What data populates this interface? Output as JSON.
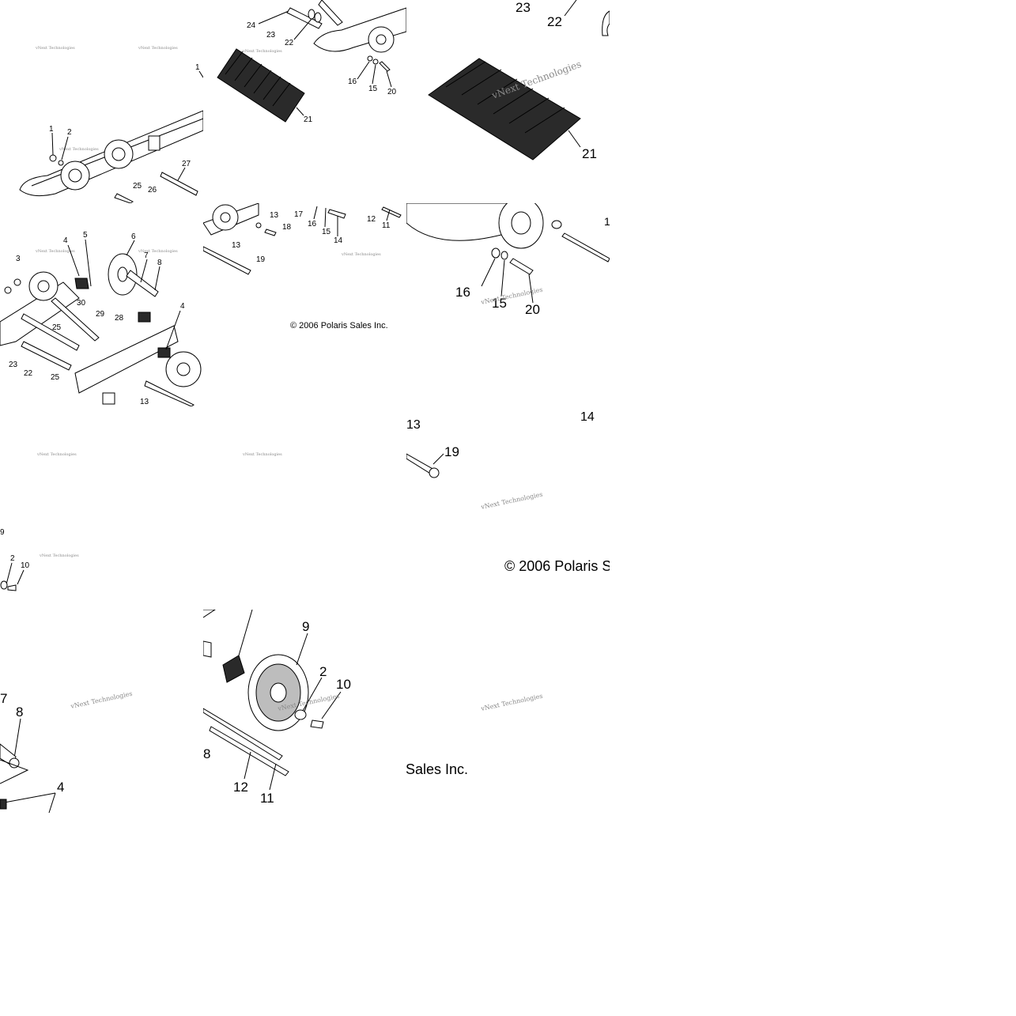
{
  "copyright": "© 2006 Polaris Sales Inc.",
  "copyright_tail_a": "© 2006 Polaris S",
  "copyright_tail_b": "Sales Inc.",
  "watermark": "vNext Technologies",
  "tiles": {
    "t00": {
      "callouts": [
        "1",
        "1",
        "2",
        "27",
        "25",
        "26"
      ]
    },
    "t01": {
      "callouts": [
        "24",
        "23",
        "22",
        "16",
        "15",
        "20",
        "21"
      ]
    },
    "t02": {
      "callouts": [
        "23",
        "22",
        "21"
      ]
    },
    "t10": {
      "callouts": [
        "3",
        "4",
        "5",
        "6",
        "7",
        "8",
        "30",
        "29",
        "28",
        "25",
        "23",
        "22",
        "25",
        "4",
        "13"
      ]
    },
    "t11": {
      "callouts": [
        "13",
        "17",
        "16",
        "15",
        "14",
        "12",
        "11",
        "18",
        "13",
        "19"
      ]
    },
    "t12": {
      "callouts": [
        "16",
        "15",
        "20",
        "1"
      ]
    },
    "t22": {
      "callouts": [
        "13",
        "14",
        "19"
      ]
    },
    "t20": {
      "callouts": [
        "9",
        "2",
        "10"
      ]
    },
    "t30": {
      "callouts": [
        "7",
        "8",
        "4"
      ]
    },
    "t31": {
      "callouts": [
        "9",
        "2",
        "10",
        "12",
        "11",
        "8"
      ]
    }
  },
  "colors": {
    "ink": "#000000",
    "watermark": "#8a8a8a",
    "background": "#ffffff"
  }
}
